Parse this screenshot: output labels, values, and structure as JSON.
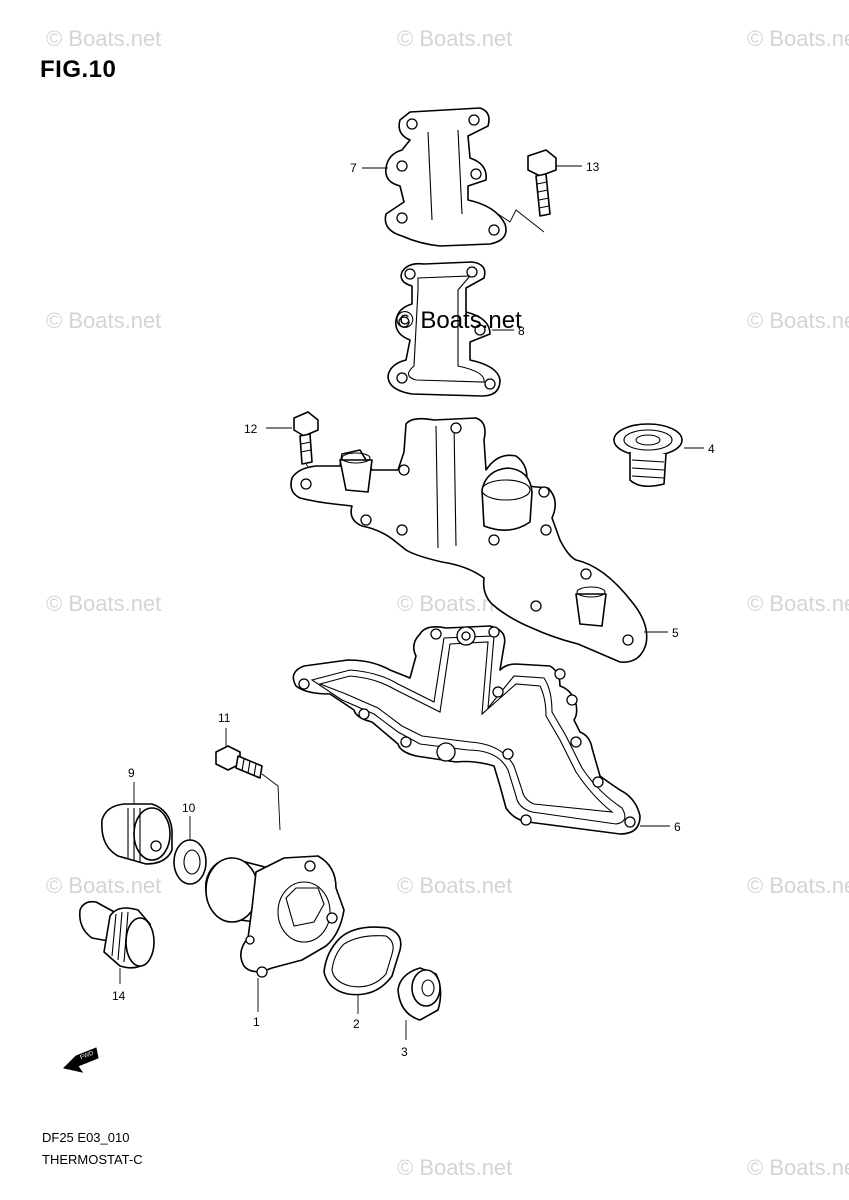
{
  "figure": {
    "title": "FIG.10",
    "code": "DF25 E03_010",
    "name": "THERMOSTAT-C",
    "direction_badge": "FWD"
  },
  "watermark": {
    "text": "© Boats.net",
    "color": "#d4d4d4"
  },
  "callouts": {
    "c1": "1",
    "c2": "2",
    "c3": "3",
    "c4": "4",
    "c5": "5",
    "c6": "6",
    "c7": "7",
    "c8": "8",
    "c9": "9",
    "c10": "10",
    "c11": "11",
    "c12": "12",
    "c13": "13",
    "c14": "14"
  }
}
